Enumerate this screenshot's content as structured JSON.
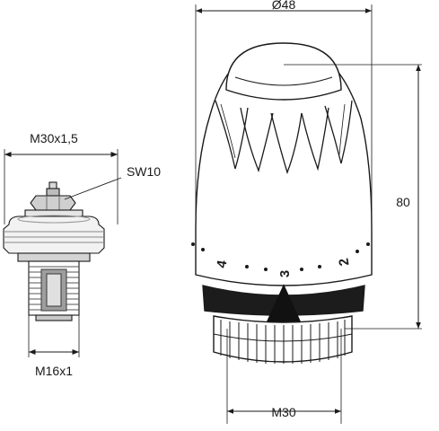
{
  "dimensions": {
    "thermostat_head_diameter": "Ø48",
    "thermostat_head_height": "80",
    "connection_thread": "M30",
    "adapter_outer_thread": "M30x1,5",
    "spindle_wrench_size": "SW10",
    "adapter_inner_thread": "M16x1"
  },
  "dial_scale": {
    "marks": [
      "4",
      "3",
      "2"
    ]
  }
}
